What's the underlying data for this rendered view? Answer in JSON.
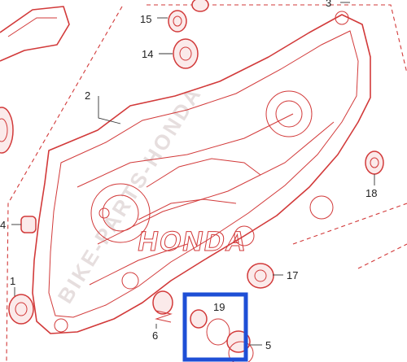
{
  "labels": {
    "l1": "1",
    "l2": "2",
    "l3": "3",
    "l4": "4",
    "l5": "5",
    "l6": "6",
    "l14": "14",
    "l15": "15",
    "l17": "17",
    "l18": "18",
    "l19": "19"
  },
  "brand_text": "HONDA",
  "watermark_text": "BIKE-PARTS-HONDA",
  "colors": {
    "line": "#d23a3a",
    "highlight": "#1e4fd6",
    "label": "#222222"
  }
}
